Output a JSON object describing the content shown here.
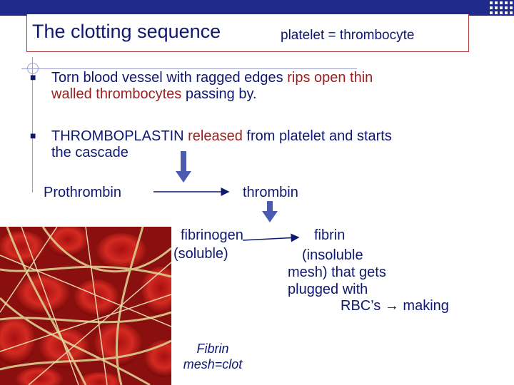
{
  "title": {
    "main": "The clotting sequence",
    "sub": "platelet = thrombocyte"
  },
  "bullets": [
    {
      "part1": "Torn blood vessel with ragged edges ",
      "highlight": "rips open thin",
      "line2_highlight": "walled thrombocytes",
      "line2_rest": " passing by."
    },
    {
      "part1": "THROMBOPLASTIN",
      "highlight": " released",
      "rest": " from platelet and starts",
      "line2": "the cascade"
    }
  ],
  "flow": {
    "prothrombin": "Prothrombin",
    "thrombin": "thrombin",
    "fibrinogen": "fibrinogen",
    "soluble": "(soluble)",
    "fibrin": "fibrin",
    "insoluble_lines": [
      "(insoluble",
      "mesh) that gets",
      "plugged with",
      "RBC’s → making"
    ]
  },
  "photo_caption": {
    "line1": "Fibrin",
    "line2": "mesh=clot"
  },
  "colors": {
    "navy": "#0f1870",
    "accent_red": "#9a2020",
    "arrow_blue": "#4a5bb0"
  }
}
